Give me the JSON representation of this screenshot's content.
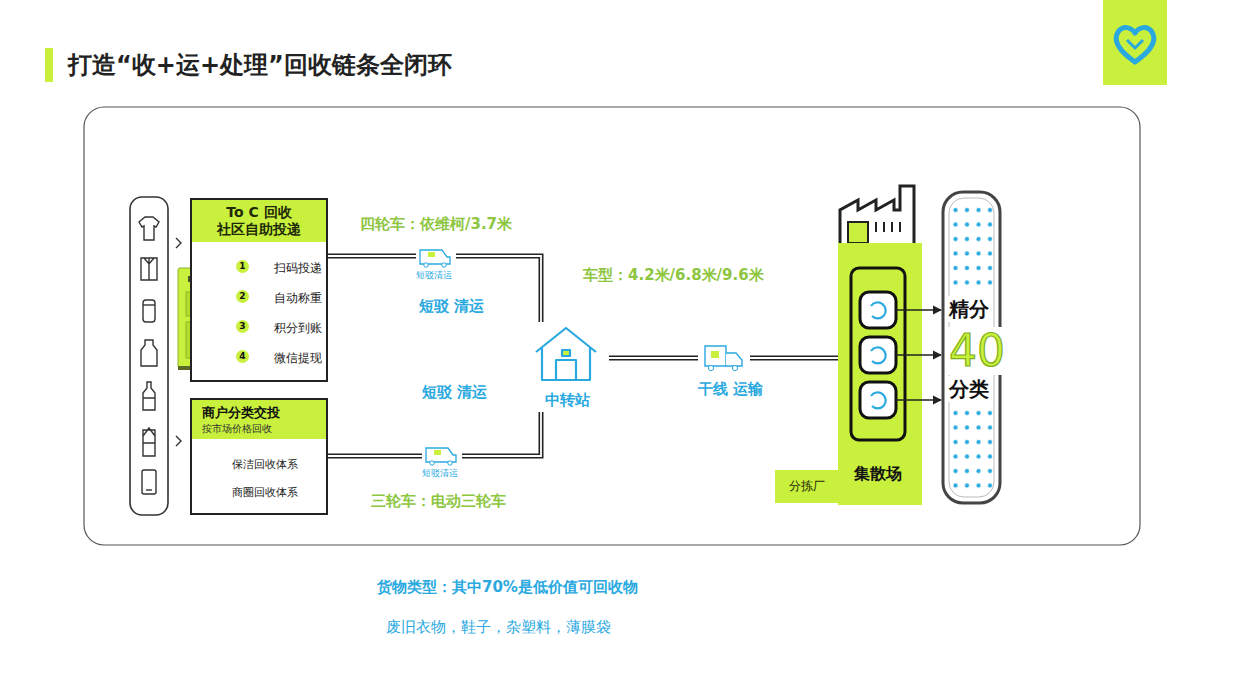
{
  "diagram": {
    "title": "打造“收+运+处理”回收链条全闭环",
    "nodes": [
      {
        "text": [
          "To C 回收 社区自助投递",
          "扫码投递",
          "自动称重",
          "积分到账",
          "微信提现"
        ]
      },
      {
        "text": [
          "商户分类交投",
          "按市场价格回收",
          "保洁回收体系",
          "商圈回收体系"
        ]
      },
      {
        "text": [
          "中转站"
        ]
      },
      {
        "text": [
          "集散场"
        ]
      },
      {
        "text": [
          "分拣厂"
        ]
      }
    ],
    "edges": [
      {
        "from": 0,
        "to": 2,
        "arrow": "none"
      },
      {
        "from": 1,
        "to": 2,
        "arrow": "none"
      },
      {
        "from": 2,
        "to": 3,
        "arrow": "none"
      }
    ],
    "labels": [
      "1",
      "2",
      "3",
      "4",
      "四轮车：依维柯/3.7米",
      "短驳清运",
      "短驳 清运",
      "短驳 清运",
      "短驳清运",
      "三轮车：电动三轮车",
      "车型：4.2米/6.8米/9.6米",
      "干线 运输",
      "精分",
      "40",
      "分类",
      "货物类型：其中70%是低价值可回收物",
      "废旧衣物，鞋子，杂塑料，薄膜袋"
    ]
  }
}
